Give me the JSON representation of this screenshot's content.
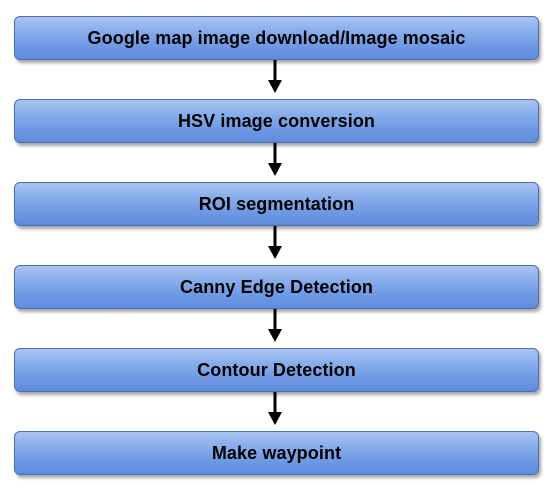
{
  "steps": [
    {
      "label": "Google map image download/Image mosaic"
    },
    {
      "label": "HSV image conversion"
    },
    {
      "label": "ROI segmentation"
    },
    {
      "label": "Canny Edge Detection"
    },
    {
      "label": "Contour Detection"
    },
    {
      "label": "Make waypoint"
    }
  ],
  "colors": {
    "box_fill": "#7ea5e8",
    "box_border": "#4a6fb0",
    "arrow": "#000000",
    "text": "#000000"
  }
}
